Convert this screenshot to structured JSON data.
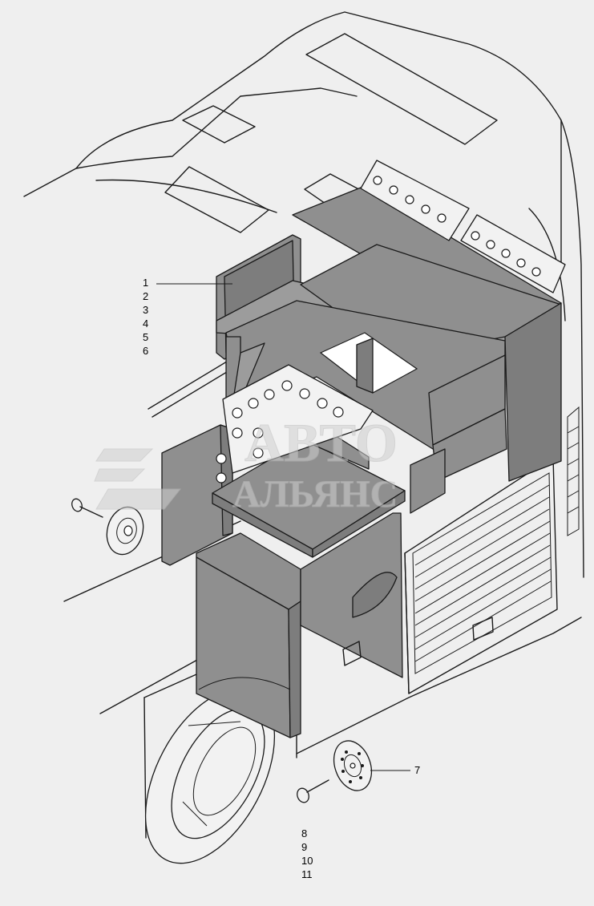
{
  "callouts": {
    "group_a": [
      "1",
      "2",
      "3",
      "4",
      "5",
      "6"
    ],
    "group_b": [
      "7"
    ],
    "group_c": [
      "8",
      "9",
      "10",
      "11"
    ]
  },
  "watermark": {
    "line1": "АВТО",
    "line2": "АЛЬЯНС"
  }
}
